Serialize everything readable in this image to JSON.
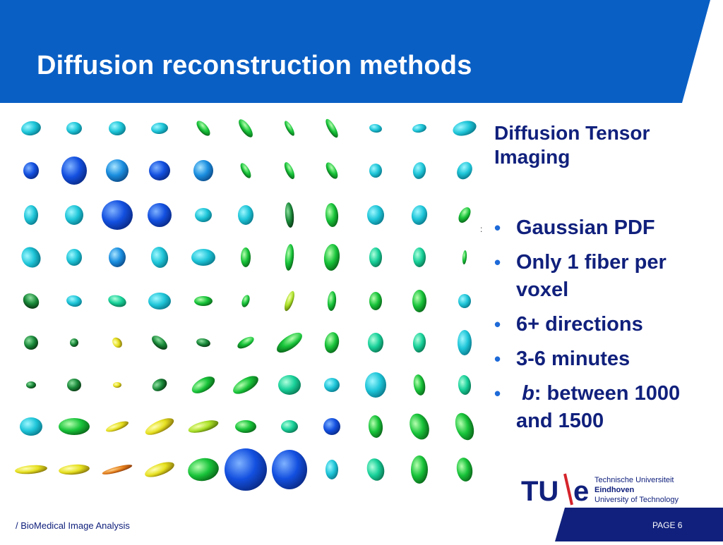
{
  "slide": {
    "title": "Diffusion reconstruction methods",
    "subtitle_line1": "Diffusion Tensor",
    "subtitle_line2": "Imaging",
    "bullets": [
      {
        "text": "Gaussian PDF"
      },
      {
        "text": "Only 1 fiber per voxel"
      },
      {
        "text": "6+ directions"
      },
      {
        "text": "3-6 minutes"
      },
      {
        "italic": "b",
        "text": ": between 1000 and 1500"
      }
    ],
    "bullet_glyph": "•",
    "colors": {
      "header_blue": "#0a5fc4",
      "footer_navy": "#10207c",
      "text_navy": "#10207c",
      "accent_cyan": "#2fb4dd"
    }
  },
  "logo": {
    "mark_tu": "TU",
    "mark_e": "e",
    "line1": "Technische Universiteit",
    "line2": "Eindhoven",
    "line3": "University of Technology"
  },
  "footer": {
    "left": "/ BioMedical Image Analysis",
    "page": "PAGE 6"
  },
  "visual": {
    "description_icon": "ellipsoid-glyph-field"
  }
}
